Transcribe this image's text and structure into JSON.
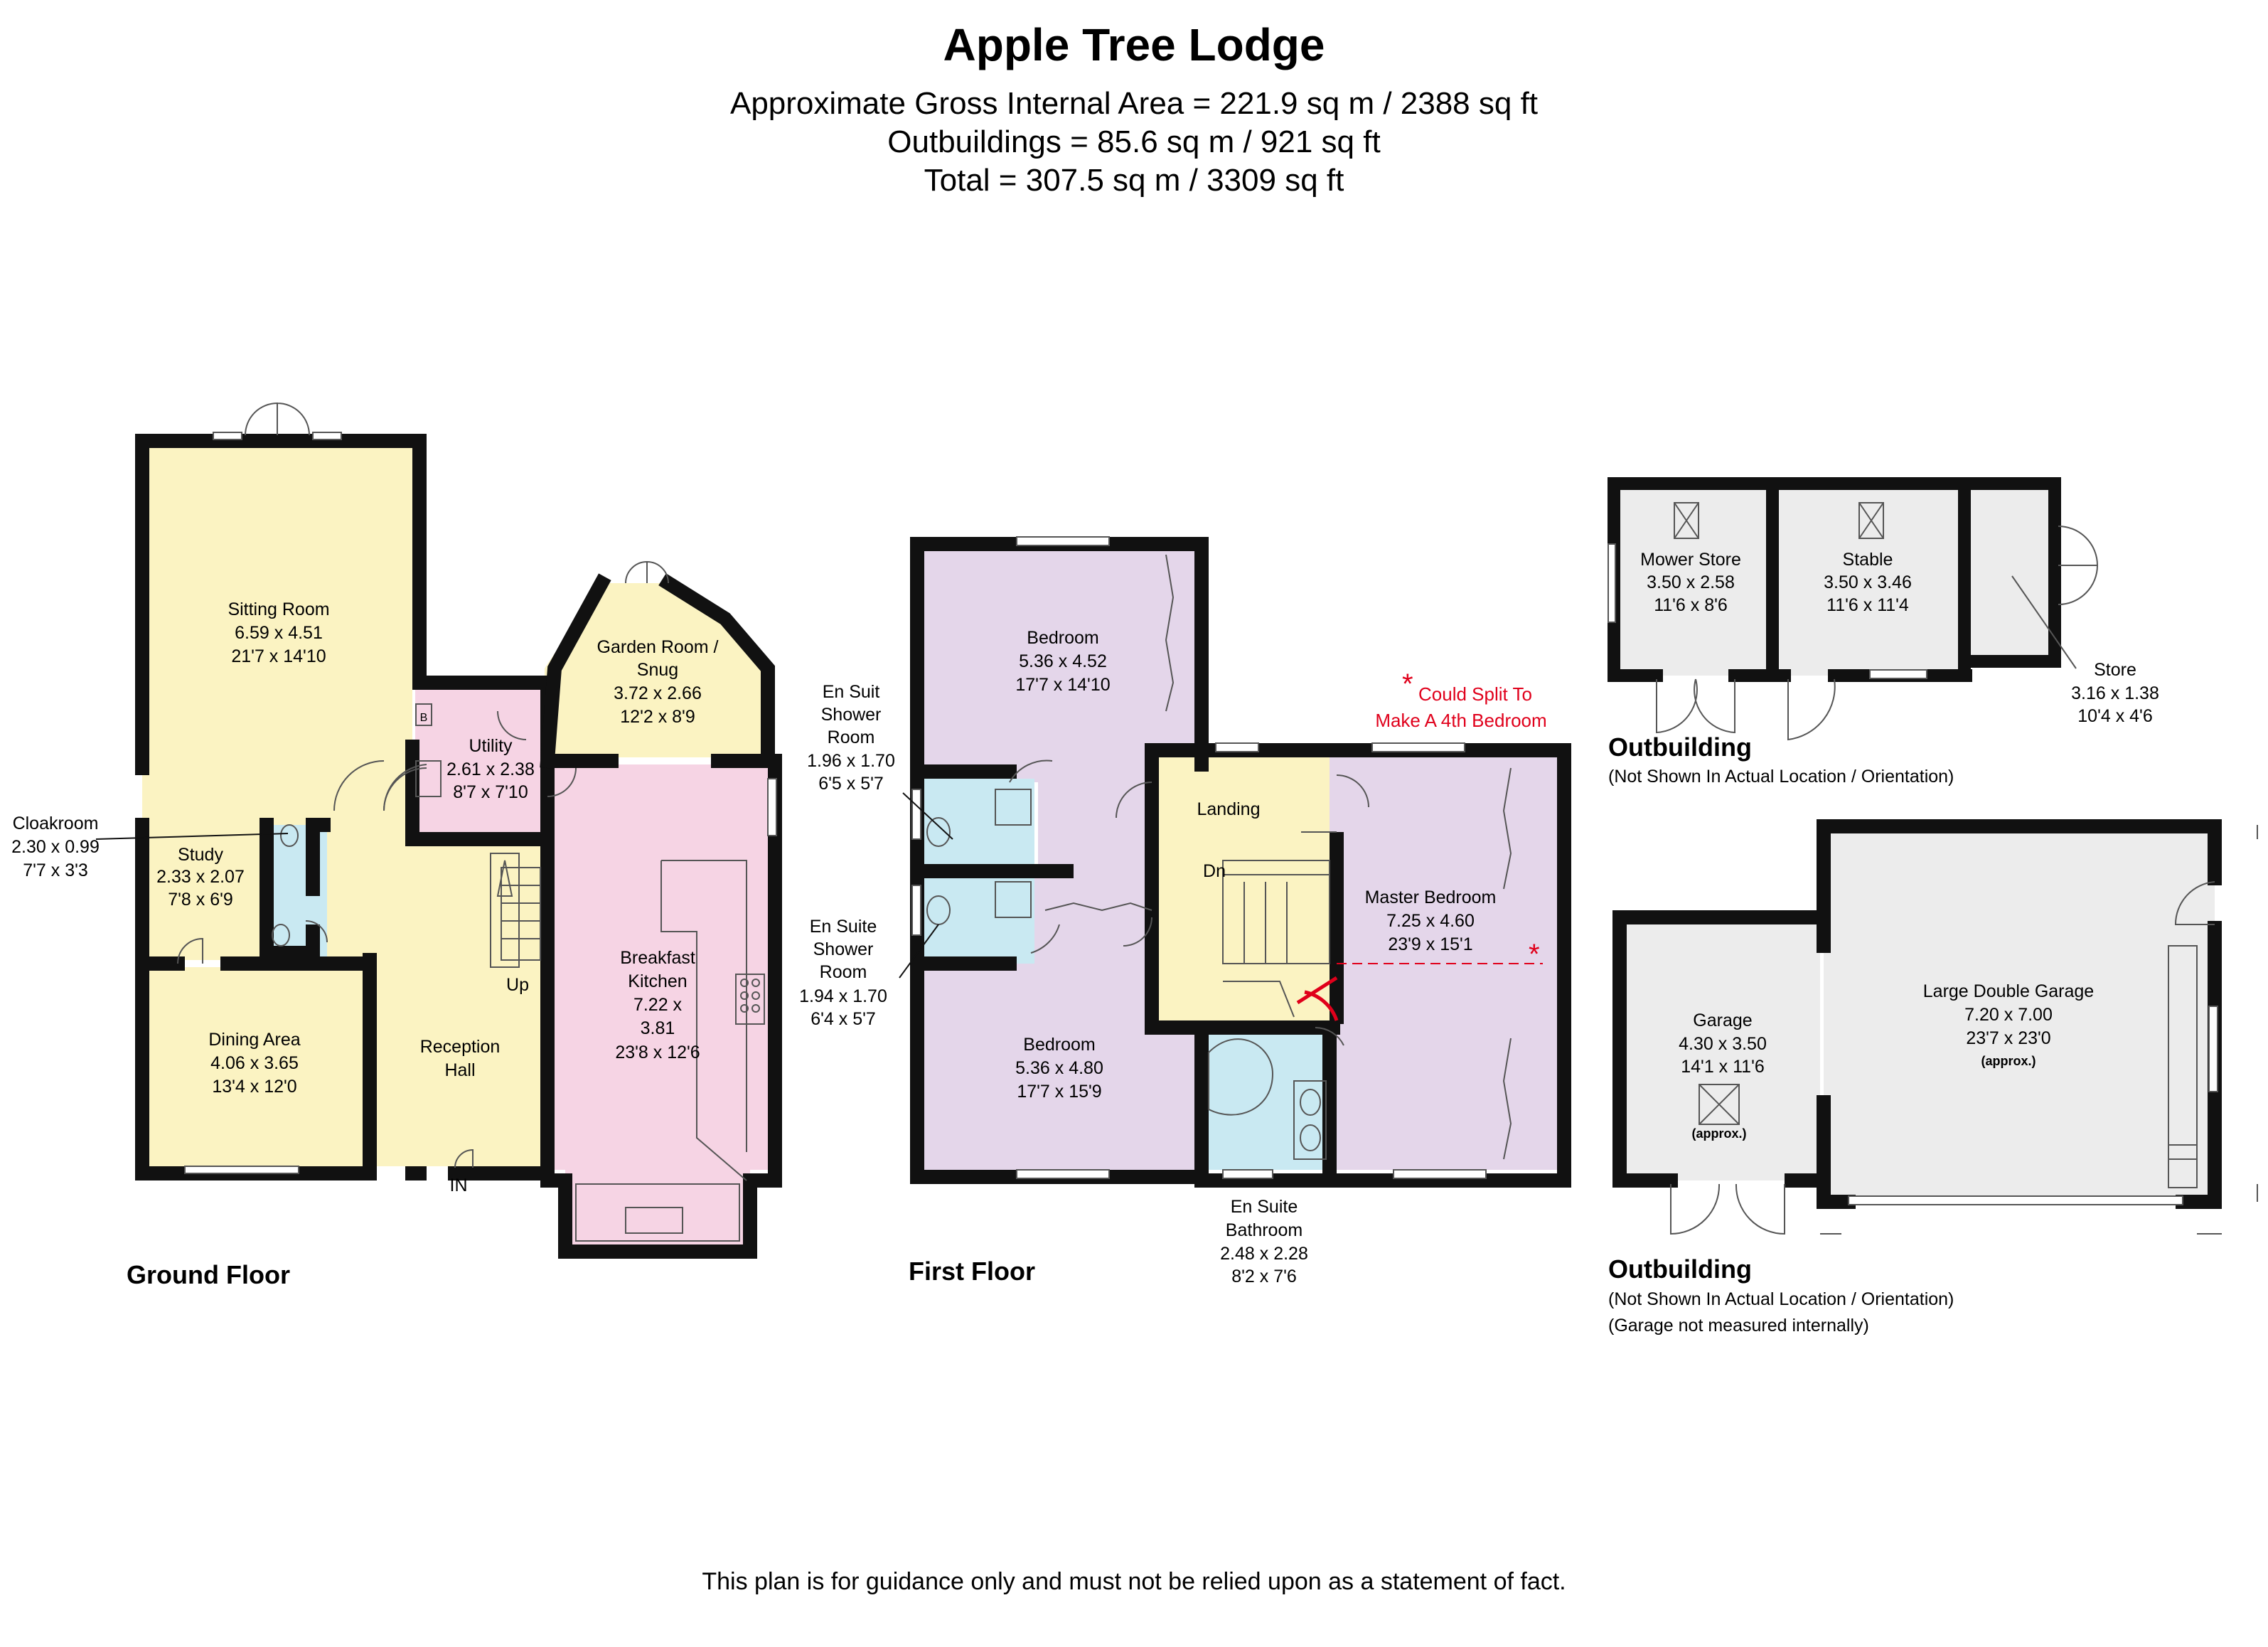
{
  "header": {
    "title": "Apple Tree Lodge",
    "line1": "Approximate Gross Internal Area = 221.9 sq m / 2388 sq ft",
    "line2": "Outbuildings = 85.6 sq m / 921 sq ft",
    "line3": "Total = 307.5 sq m / 3309 sq ft"
  },
  "colors": {
    "wall": "#111111",
    "yellow": "#fbf3c2",
    "pink": "#f6d4e4",
    "purple": "#e4d6ea",
    "blue": "#c9e9f2",
    "grey": "#ececec",
    "note_red": "#e0001b"
  },
  "ground_floor": {
    "label": "Ground Floor",
    "sitting": {
      "name": "Sitting Room",
      "m": "6.59 x 4.51",
      "ft": "21'7 x 14'10"
    },
    "garden": {
      "name1": "Garden Room /",
      "name2": "Snug",
      "m": "3.72 x 2.66",
      "ft": "12'2 x 8'9"
    },
    "utility": {
      "name": "Utility",
      "m": "2.61 x 2.38",
      "ft": "8'7 x 7'10",
      "boiler": "B"
    },
    "cloakroom": {
      "name": "Cloakroom",
      "m": "2.30 x 0.99",
      "ft": "7'7 x 3'3"
    },
    "study": {
      "name": "Study",
      "m": "2.33 x 2.07",
      "ft": "7'8 x 6'9"
    },
    "dining": {
      "name": "Dining Area",
      "m": "4.06 x 3.65",
      "ft": "13'4 x 12'0"
    },
    "reception": {
      "name1": "Reception",
      "name2": "Hall"
    },
    "kitchen": {
      "name1": "Breakfast",
      "name2": "Kitchen",
      "m1": "7.22 x",
      "m2": "3.81",
      "ft": "23'8 x 12'6"
    },
    "up": "Up",
    "in": "IN"
  },
  "first_floor": {
    "label": "First Floor",
    "bedroom1": {
      "name": "Bedroom",
      "m": "5.36 x 4.52",
      "ft": "17'7 x 14'10"
    },
    "ensuit1": {
      "name1": "En Suit",
      "name2": "Shower",
      "name3": "Room",
      "m": "1.96 x 1.70",
      "ft": "6'5 x 5'7"
    },
    "ensuite2": {
      "name1": "En Suite",
      "name2": "Shower",
      "name3": "Room",
      "m": "1.94 x 1.70",
      "ft": "6'4 x 5'7"
    },
    "bedroom2": {
      "name": "Bedroom",
      "m": "5.36 x 4.80",
      "ft": "17'7 x 15'9"
    },
    "landing": "Landing",
    "dn": "Dn",
    "master": {
      "name": "Master Bedroom",
      "m": "7.25 x 4.60",
      "ft": "23'9 x 15'1"
    },
    "bath": {
      "name1": "En Suite",
      "name2": "Bathroom",
      "m": "2.48 x 2.28",
      "ft": "8'2 x 7'6"
    },
    "note_star": "*",
    "note1": "Could Split To",
    "note2": "Make A 4th Bedroom"
  },
  "outbuilding1": {
    "mower": {
      "name": "Mower Store",
      "m": "3.50 x 2.58",
      "ft": "11'6 x 8'6"
    },
    "stable": {
      "name": "Stable",
      "m": "3.50 x 3.46",
      "ft": "11'6 x 11'4"
    },
    "store": {
      "name": "Store",
      "m": "3.16 x 1.38",
      "ft": "10'4 x 4'6"
    },
    "heading": "Outbuilding",
    "sub": "(Not Shown In Actual Location / Orientation)"
  },
  "outbuilding2": {
    "garage": {
      "name": "Garage",
      "m": "4.30 x 3.50",
      "ft": "14'1 x 11'6",
      "approx": "(approx.)"
    },
    "double": {
      "name": "Large Double Garage",
      "m": "7.20 x 7.00",
      "ft": "23'7 x 23'0",
      "approx": "(approx.)"
    },
    "heading": "Outbuilding",
    "sub1": "(Not Shown In Actual Location / Orientation)",
    "sub2": "(Garage not measured internally)"
  },
  "footer": "This plan is for guidance only and must not be relied upon as a statement of fact."
}
